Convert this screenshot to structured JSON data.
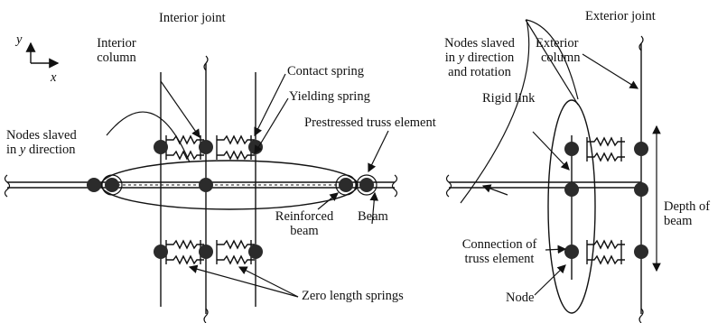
{
  "titles": {
    "interior": "Interior joint",
    "exterior": "Exterior joint"
  },
  "axes": {
    "y": "y",
    "x": "x"
  },
  "labels": {
    "interior_column": [
      "Interior",
      "column"
    ],
    "contact_spring": "Contact spring",
    "yielding_spring": "Yielding spring",
    "nodes_slaved_y": [
      "Nodes slaved",
      "in",
      "y",
      "direction"
    ],
    "prestressed_truss": "Prestressed truss element",
    "reinforced_beam": [
      "Reinforced",
      "beam"
    ],
    "beam": "Beam",
    "zero_length_springs": "Zero length springs",
    "nodes_slaved_y_rot": [
      "Nodes slaved",
      "in",
      "y",
      "direction",
      "and rotation"
    ],
    "exterior_column": [
      "Exterior",
      "column"
    ],
    "rigid_link": "Rigid link",
    "depth_of_beam": [
      "Depth of",
      "beam"
    ],
    "connection_truss": [
      "Connection of",
      "truss element"
    ],
    "node": "Node"
  },
  "colors": {
    "ink": "#111111",
    "node": "#2b2b2b"
  }
}
